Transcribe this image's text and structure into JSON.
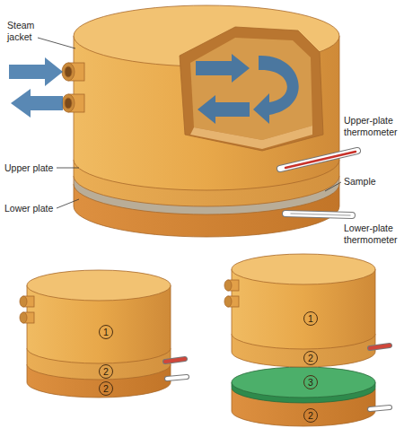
{
  "diagram": {
    "nodes": [
      {
        "text": [
          "1"
        ]
      },
      {
        "text": [
          "2"
        ]
      },
      {
        "text": [
          "2"
        ]
      },
      {
        "text": [
          "1"
        ]
      },
      {
        "text": [
          "2"
        ]
      },
      {
        "text": [
          "3"
        ]
      },
      {
        "text": [
          "2"
        ]
      }
    ],
    "labels": [
      "Steam jacket",
      "Upper plate",
      "Lower plate",
      "Upper-plate thermometer",
      "Sample",
      "Lower-plate thermometer"
    ]
  }
}
